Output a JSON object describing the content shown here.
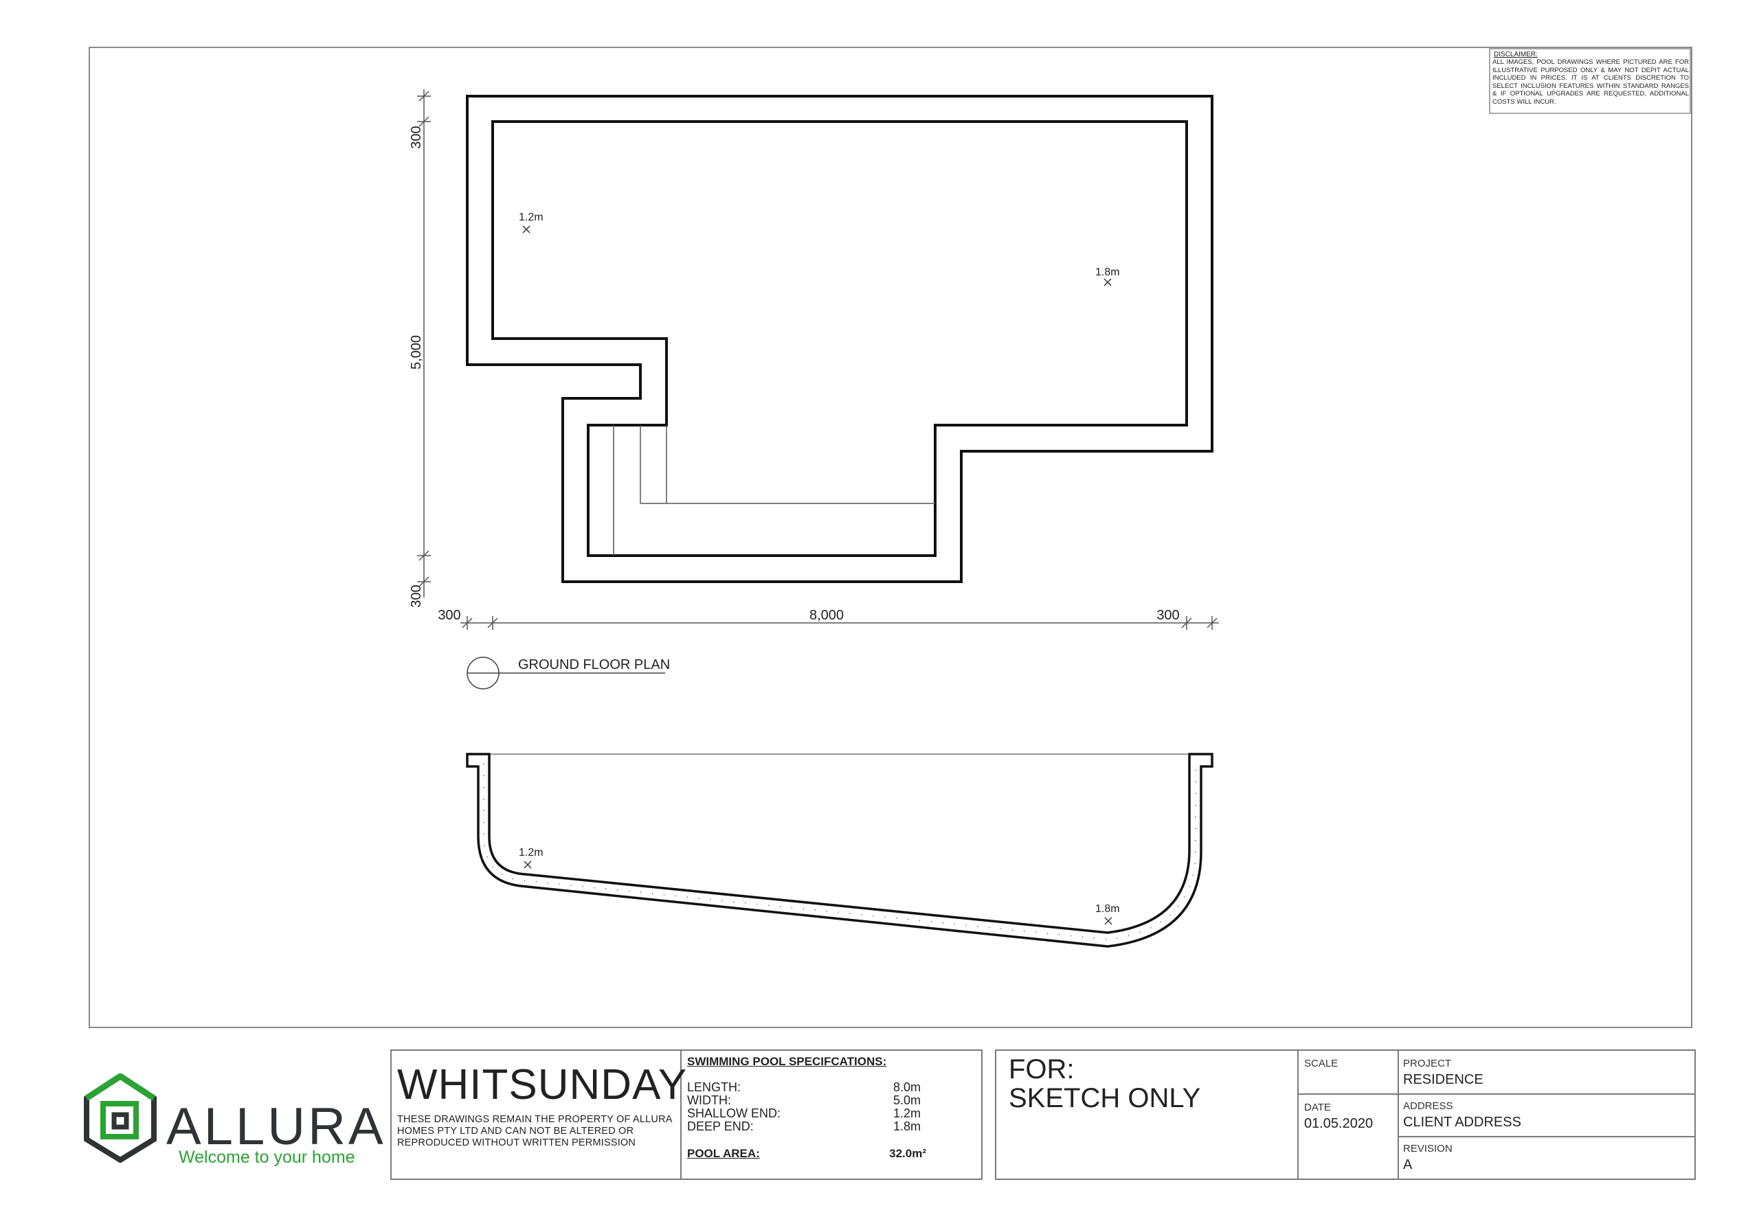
{
  "disclaimer": {
    "heading": "DISCLAIMER:",
    "text": "ALL IMAGES, POOL DRAWINGS WHERE PICTURED ARE FOR ILLUSTRATIVE PURPOSED ONLY & MAY NOT DEPIT ACTUAL INCLUDED IN PRICES. IT IS AT CLIENTS DISCRETION TO SELECT INCLUSION FEATURES WITHIN STANDARD RANGES & IF OPTIONAL UPGRADES ARE REQUESTED, ADDITIONAL COSTS WILL INCUR."
  },
  "plan": {
    "dims": {
      "top": "300",
      "middle": "5,000",
      "bottom": "300",
      "left": "300",
      "length": "8,000",
      "right": "300"
    },
    "depth_shallow": "1.2m",
    "depth_deep": "1.8m",
    "label": "GROUND FLOOR PLAN"
  },
  "section": {
    "depth_shallow": "1.2m",
    "depth_deep": "1.8m"
  },
  "brand": {
    "name": "ALLURA",
    "tagline": "Welcome to your home",
    "green": "#2aa334",
    "dark": "#2f3336"
  },
  "title": {
    "name": "WHITSUNDAY",
    "note": "THESE DRAWINGS REMAIN THE PROPERTY OF ALLURA HOMES PTY LTD AND CAN NOT BE ALTERED OR REPRODUCED WITHOUT WRITTEN PERMISSION"
  },
  "specs": {
    "heading": "SWIMMING POOL SPECIFCATIONS:",
    "rows": [
      {
        "label": "LENGTH:",
        "value": "8.0m"
      },
      {
        "label": "WIDTH:",
        "value": "5.0m"
      },
      {
        "label": "SHALLOW END:",
        "value": "1.2m"
      },
      {
        "label": "DEEP END:",
        "value": "1.8m"
      }
    ],
    "area_label": "POOL AREA:",
    "area_value": "32.0m²"
  },
  "for": {
    "line1": "FOR:",
    "line2": "SKETCH ONLY"
  },
  "info": {
    "scale_label": "SCALE",
    "scale_value": "",
    "date_label": "DATE",
    "date_value": "01.05.2020",
    "project_label": "PROJECT",
    "project_value": "RESIDENCE",
    "address_label": "ADDRESS",
    "address_value": "CLIENT ADDRESS",
    "revision_label": "REVISION",
    "revision_value": "A"
  }
}
